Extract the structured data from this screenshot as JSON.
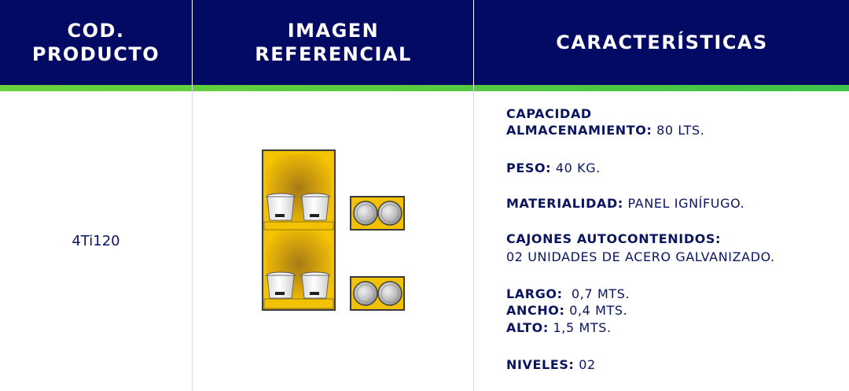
{
  "header": {
    "col1": "COD.\nPRODUCTO",
    "col2": "IMAGEN\nREFERENCIAL",
    "col3": "CARACTERÍSTICAS"
  },
  "product": {
    "code": "4Ti120",
    "image_icon": "yellow-safety-cabinet-with-buckets-and-drawers",
    "specs": {
      "capacity_label_1": "CAPACIDAD",
      "capacity_label_2": "ALMACENAMIENTO:",
      "capacity_value": "80 LTS.",
      "weight_label": "PESO:",
      "weight_value": "40 KG.",
      "material_label": "MATERIALIDAD:",
      "material_value": "PANEL IGNÍFUGO.",
      "drawers_label": "CAJONES AUTOCONTENIDOS:",
      "drawers_value": "02 UNIDADES DE ACERO GALVANIZADO.",
      "length_label": "LARGO:",
      "length_value": "0,7 MTS.",
      "width_label": "ANCHO:",
      "width_value": "0,4 MTS.",
      "height_label": "ALTO:",
      "height_value": "1,5 MTS.",
      "levels_label": "NIVELES:",
      "levels_value": "02"
    }
  },
  "colors": {
    "header_bg": "#030a64",
    "accent_green": "#58cb3f",
    "text": "#0a1560",
    "cabinet_yellow": "#f2c200"
  }
}
